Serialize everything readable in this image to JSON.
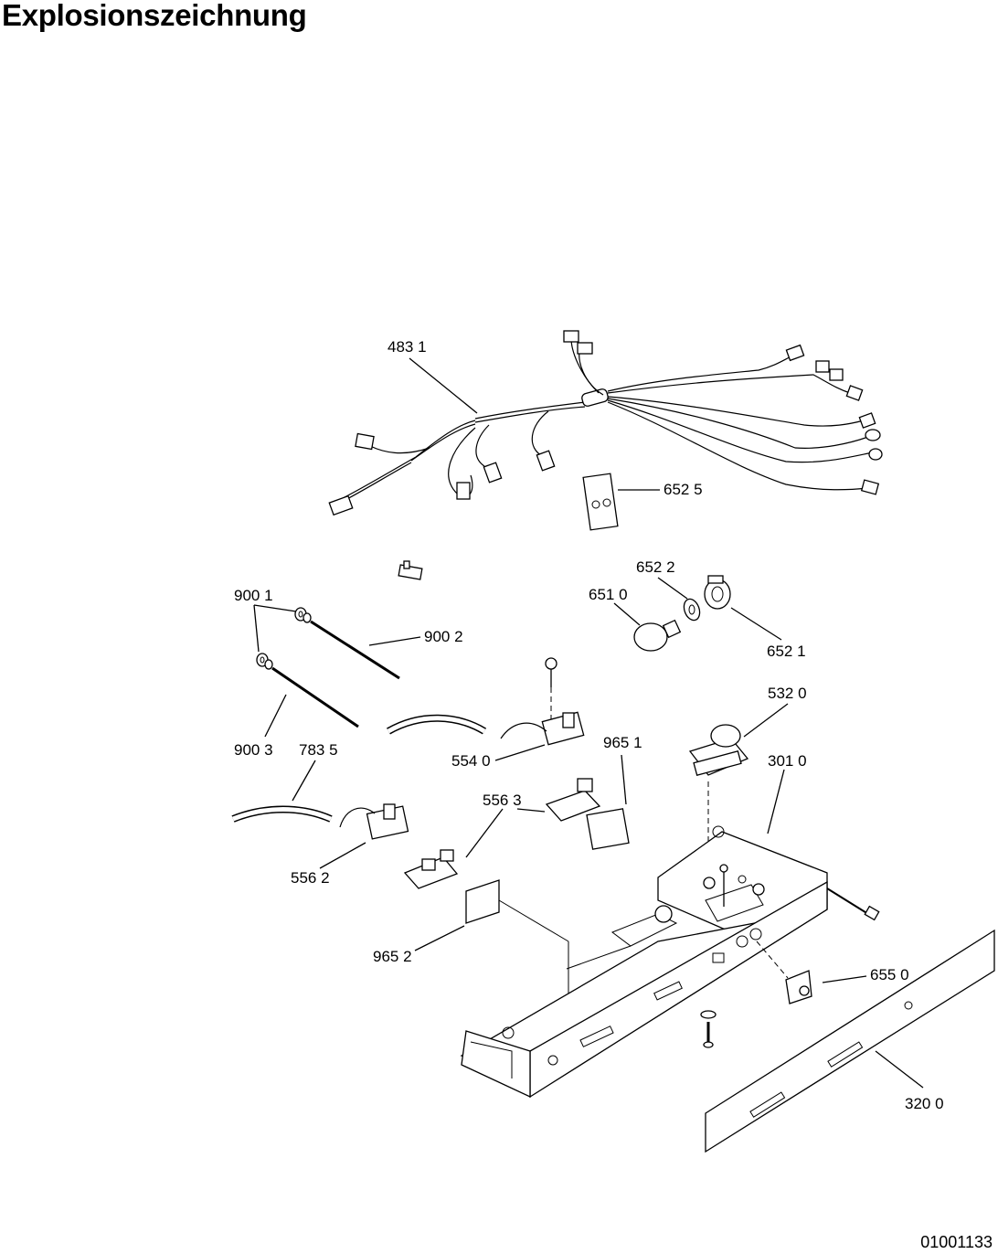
{
  "title": "Explosionszeichnung",
  "doc_number": "01001133",
  "parts": [
    {
      "id": "harness",
      "label": "483 1"
    },
    {
      "id": "cover-plate",
      "label": "652 5"
    },
    {
      "id": "lamp-socket-cover",
      "label": "652 2"
    },
    {
      "id": "bulb",
      "label": "651 0"
    },
    {
      "id": "lamp-socket",
      "label": "652 1"
    },
    {
      "id": "grommet",
      "label": "900 1"
    },
    {
      "id": "rod-upper",
      "label": "900 2"
    },
    {
      "id": "rod-lower",
      "label": "900 3"
    },
    {
      "id": "hose",
      "label": "783 5"
    },
    {
      "id": "switch-554",
      "label": "554 0"
    },
    {
      "id": "label-9651",
      "label": "965 1"
    },
    {
      "id": "timer",
      "label": "532 0"
    },
    {
      "id": "control-box",
      "label": "301 0"
    },
    {
      "id": "switch-5563",
      "label": "556 3"
    },
    {
      "id": "switch-5562",
      "label": "556 2"
    },
    {
      "id": "label-9652",
      "label": "965 2"
    },
    {
      "id": "switch-6550",
      "label": "655 0"
    },
    {
      "id": "panel",
      "label": "320 0"
    }
  ]
}
